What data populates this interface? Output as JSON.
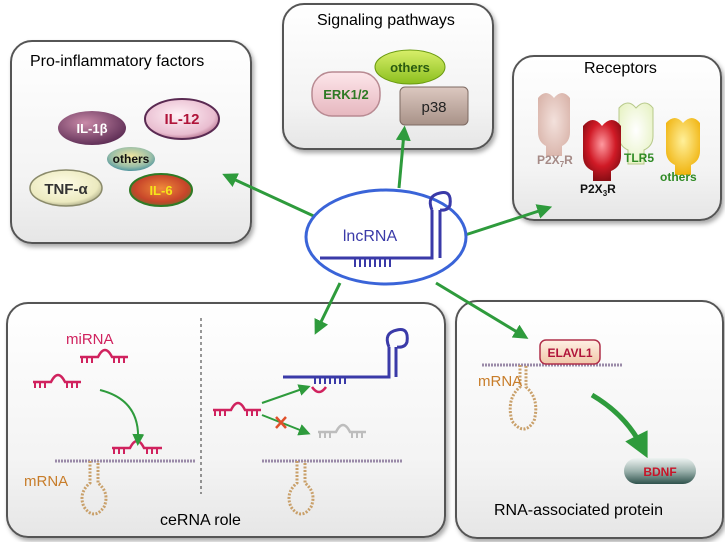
{
  "center": {
    "label": "lncRNA"
  },
  "panels": {
    "pro_inflammatory": {
      "title": "Pro-inflammatory factors",
      "items": [
        "IL-1β",
        "IL-12",
        "others",
        "TNF-α",
        "IL-6"
      ]
    },
    "signaling": {
      "title": "Signaling pathways",
      "items": [
        "others",
        "ERK1/2",
        "p38"
      ]
    },
    "receptors": {
      "title": "Receptors",
      "p2x7": {
        "base": "P2X",
        "sub": "7",
        "end": "R"
      },
      "p2x3": {
        "base": "P2X",
        "sub": "3",
        "end": "R"
      },
      "tlr5": "TLR5",
      "others": "others"
    },
    "cerna": {
      "title": "ceRNA role",
      "mirna_label": "miRNA",
      "mrna_label": "mRNA"
    },
    "rbp": {
      "title": "RNA-associated protein",
      "protein": "ELAVL1",
      "mrna_label": "mRNA",
      "product": "BDNF"
    }
  },
  "colors": {
    "arrow": "#2e9b3c",
    "mirna": "#d0225e",
    "lncrna": "#3a3aa8",
    "mrna_label": "#c87d2a"
  }
}
